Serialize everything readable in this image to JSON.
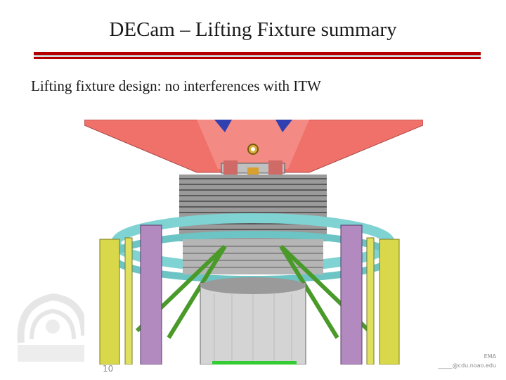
{
  "slide": {
    "title": "DECam – Lifting Fixture summary",
    "subtitle": "Lifting fixture design: no interferences with ITW",
    "page_number": "10",
    "footer_initials": "EMA",
    "footer_email": "_____@cdu.noao.edu"
  },
  "colors": {
    "accent_red": "#b40000",
    "fixture_red": "#f0706a",
    "ring_cyan": "#7fd3d3",
    "strut_green": "#4a9a2a",
    "leg_yellow": "#d8d84a",
    "leg_purple": "#b28ac0"
  },
  "icons": {
    "watermark": "noao-logo-watermark"
  }
}
